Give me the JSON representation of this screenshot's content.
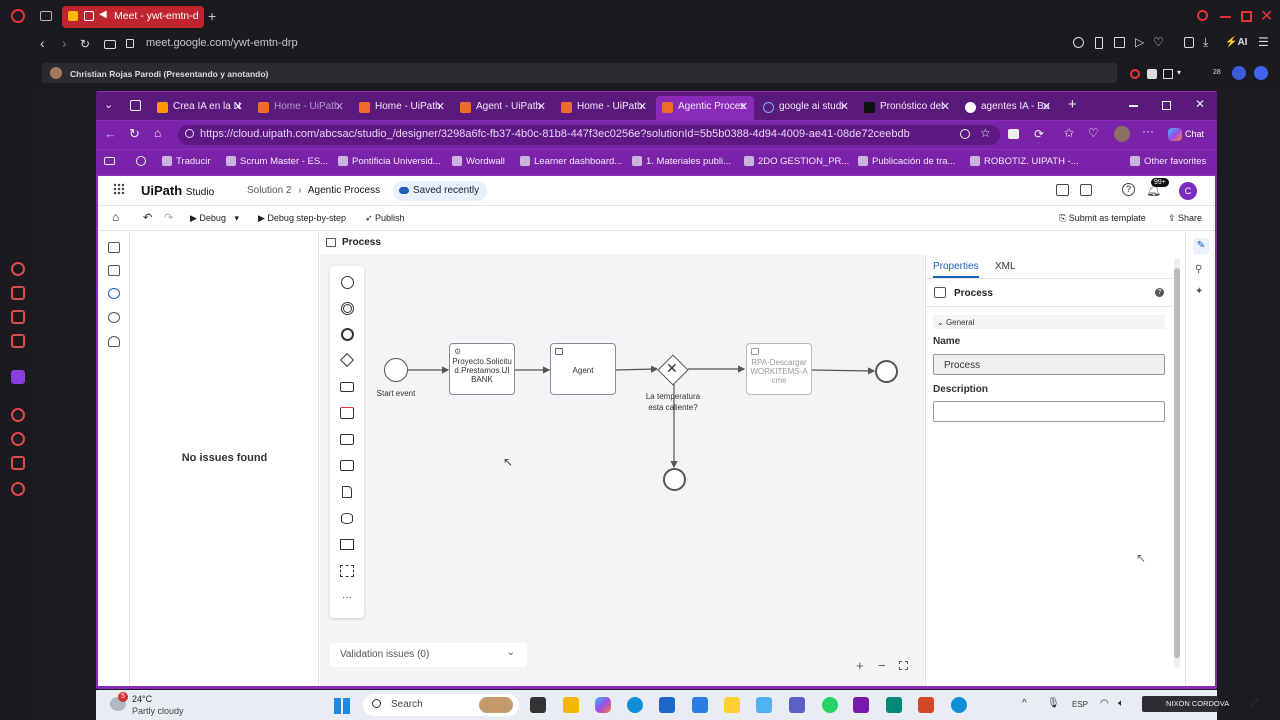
{
  "opera": {
    "tab_title": "Meet - ywt-emtn-d",
    "url": "meet.google.com/ywt-emtn-drp",
    "meet_banner": "Christian Rojas Parodi (Presentando y anotando)",
    "ai_label": "AI",
    "badge": "28"
  },
  "edge": {
    "tabs": [
      {
        "label": "Crea IA en la N"
      },
      {
        "label": "Home - UiPath"
      },
      {
        "label": "Home - UiPath"
      },
      {
        "label": "Agent - UiPath"
      },
      {
        "label": "Home - UiPath"
      },
      {
        "label": "Agentic Proces"
      },
      {
        "label": "google ai studi"
      },
      {
        "label": "Pronóstico del"
      },
      {
        "label": "agentes IA - Bu"
      }
    ],
    "url": "https://cloud.uipath.com/abcsac/studio_/designer/3298a6fc-fb37-4b0c-81b8-447f3ec0256e?solutionId=5b5b0388-4d94-4009-ae41-08de72ceebdb",
    "chat_label": "Chat",
    "favorites": [
      "Traducir",
      "Scrum Master - ES...",
      "Pontificia Universid...",
      "Wordwall",
      "Learner dashboard...",
      "1. Materiales publi...",
      "2DO GESTION_PR...",
      "Publicación de tra...",
      "ROBOTIZ. UIPATH -..."
    ],
    "other_favorites": "Other favorites"
  },
  "app": {
    "logo_text": "UiPath",
    "logo_suffix": "Studio",
    "breadcrumb_solution": "Solution 2",
    "breadcrumb_sep": "›",
    "breadcrumb_current": "Agentic Process",
    "save_status": "Saved recently",
    "notif_count": "99+",
    "avatar_letter": "C",
    "toolbar": {
      "debug": "Debug",
      "debug_step": "Debug step-by-step",
      "publish": "Publish",
      "submit_template": "Submit as template",
      "share": "Share"
    },
    "issues_text": "No issues found",
    "canvas_title": "Process",
    "validation": "Validation issues (0)",
    "diagram": {
      "start_label": "Start event",
      "task1": "Proyecto.Solicitud.Prestamos.UIBANK",
      "task2": "Agent",
      "gateway_label": "La temperatura esta caliente?",
      "task3": "RPA-DescargarWORKITEMS-Acme"
    },
    "props": {
      "tab_properties": "Properties",
      "tab_xml": "XML",
      "title": "Process",
      "section": "General",
      "name_label": "Name",
      "name_value": "Process",
      "description_label": "Description",
      "description_value": ""
    }
  },
  "taskbar": {
    "temp": "24°C",
    "weather": "Partly cloudy",
    "weather_badge": "5",
    "search": "Search",
    "lang": "ESP",
    "presenter": "NIXON CORDOVA"
  }
}
